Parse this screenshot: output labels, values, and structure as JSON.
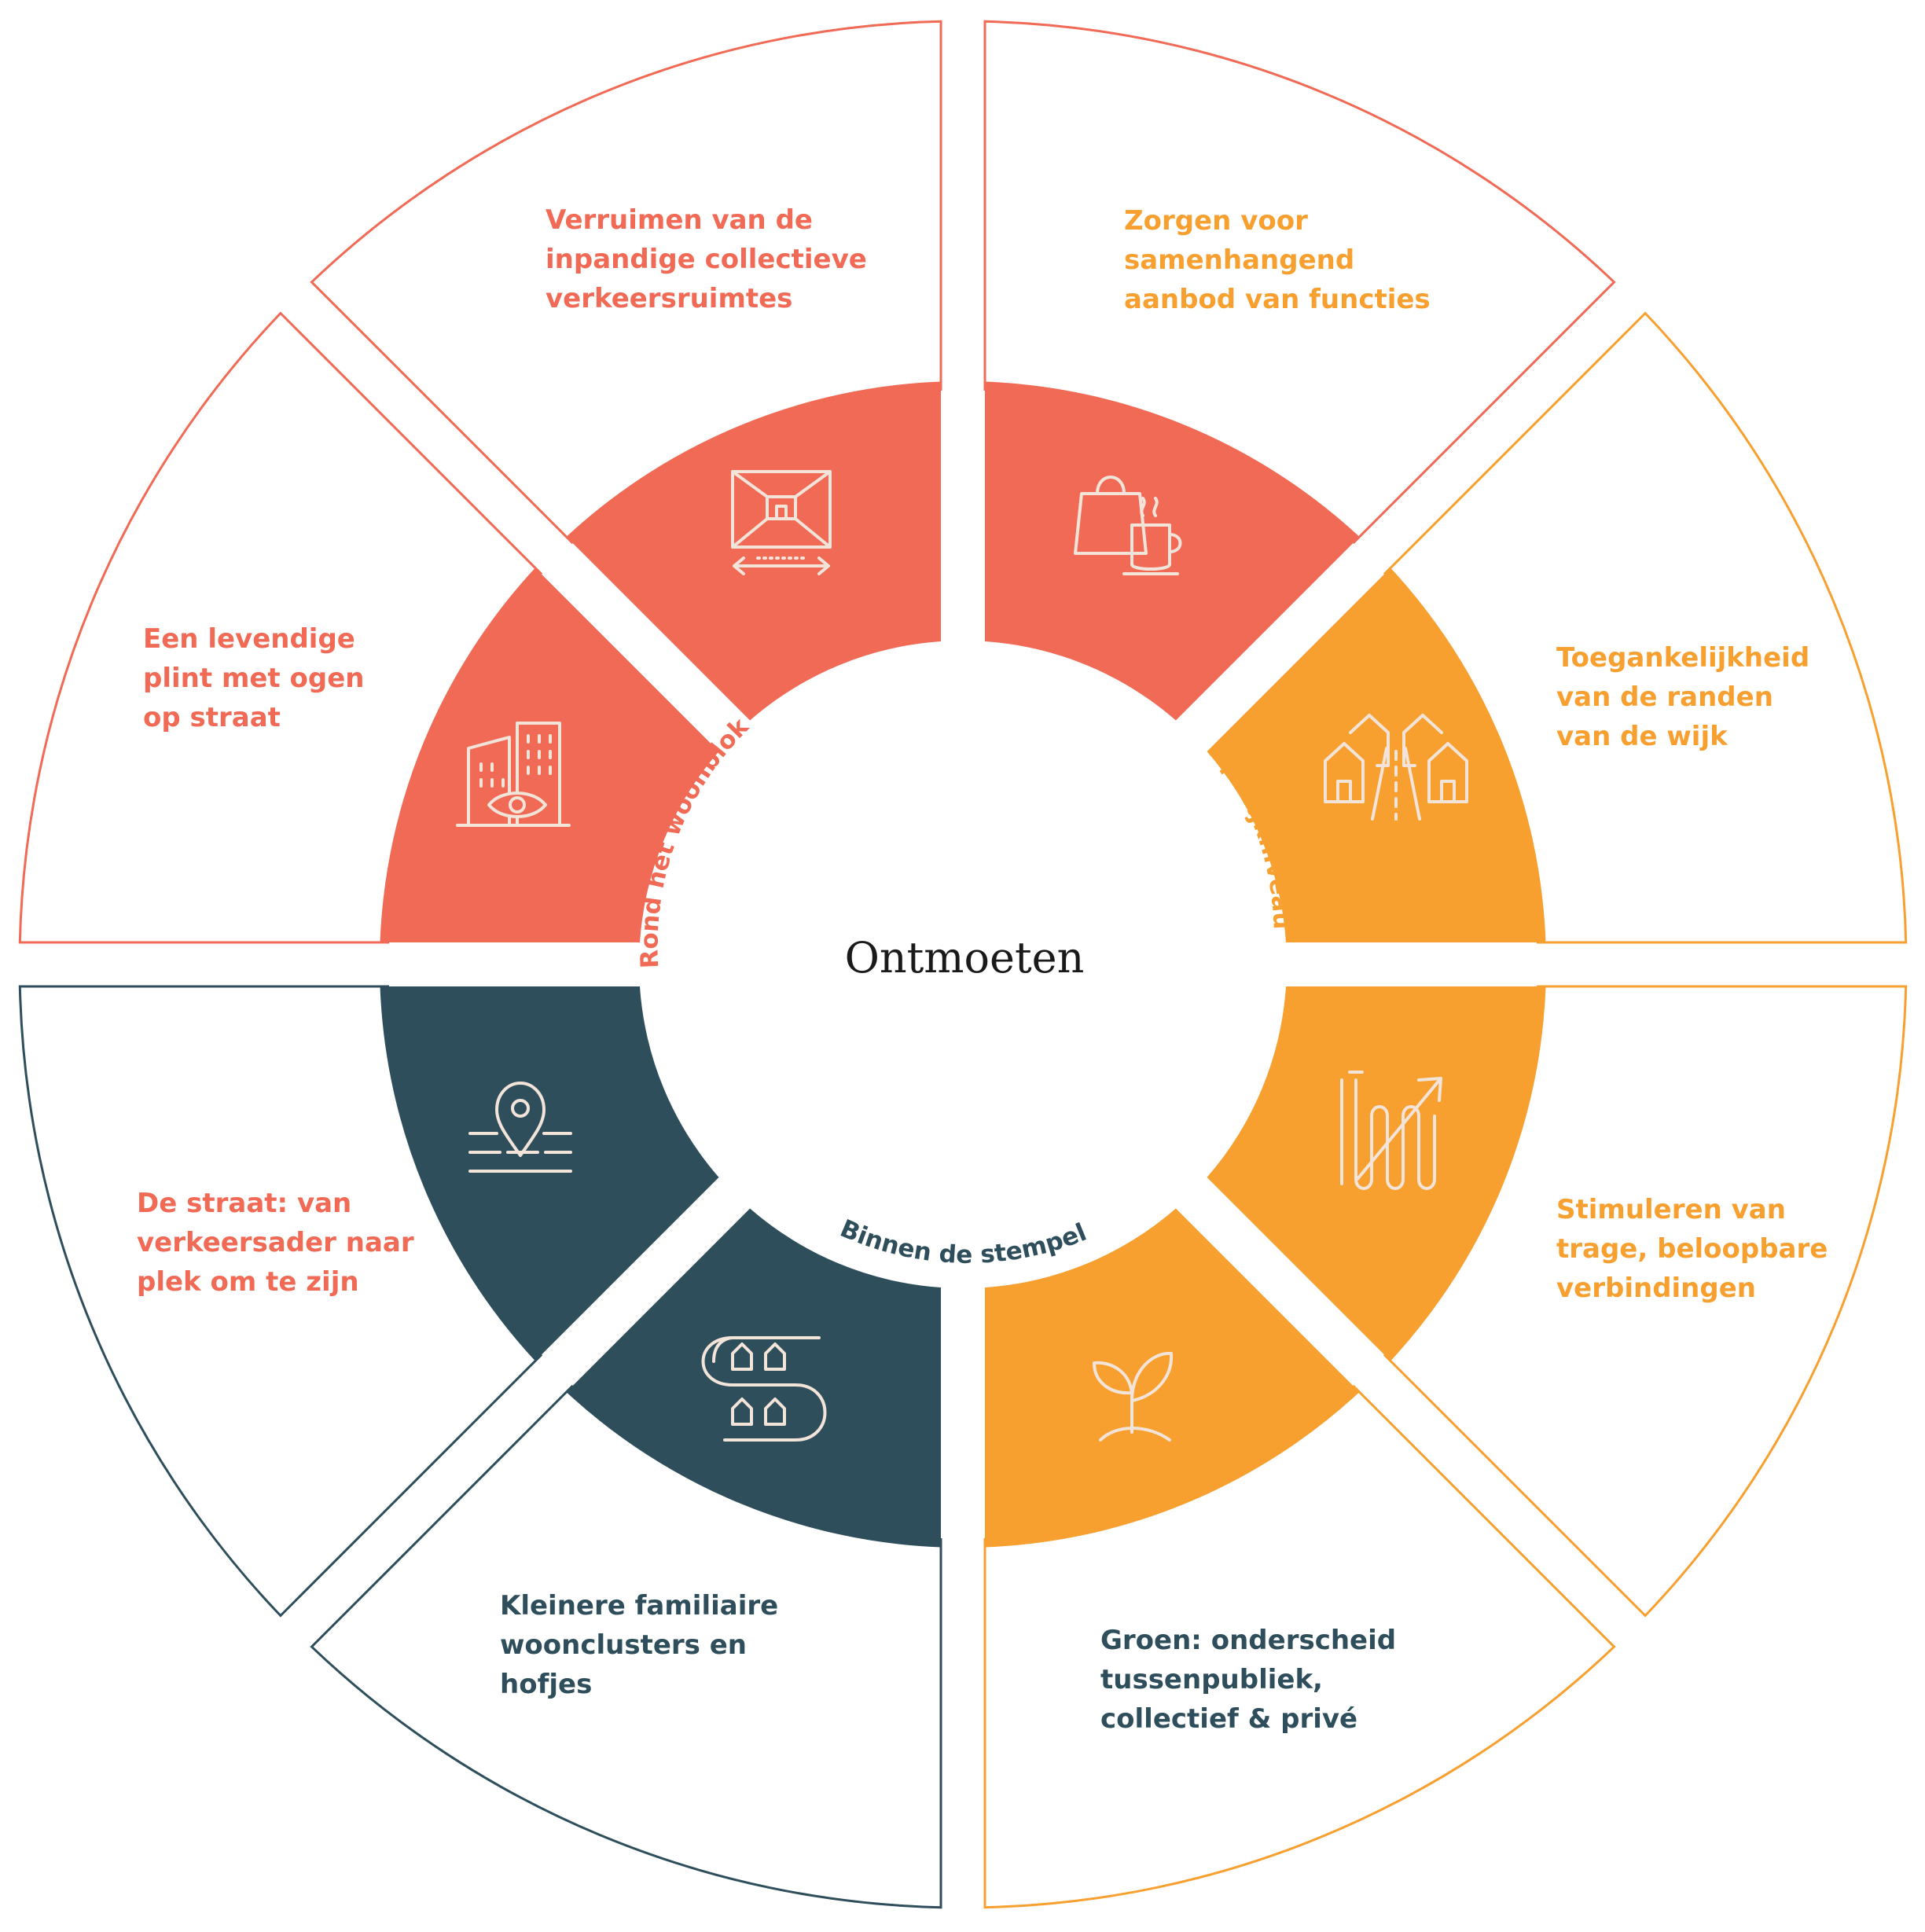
{
  "center": {
    "title": "Ontmoeten"
  },
  "colors": {
    "woonblok": "#F06A55",
    "wijk": "#F7A030",
    "stempel": "#2E4E5C",
    "icon": "#F3E4DA"
  },
  "groups": {
    "woonblok": "Rond het woonblok",
    "wijk": "Op wijkniveau",
    "stempel": "Binnen de stempel"
  },
  "segments": [
    {
      "label": "Verruimen van de\ninpandige collectieve\nverkeersruimtes",
      "group": "woonblok",
      "icon": "courtyard-expand-icon"
    },
    {
      "label": "Zorgen voor\nsamenhangend\naanbod van functies",
      "group": "wijk",
      "icon": "shopping-coffee-icon"
    },
    {
      "label": "Toegankelijkheid\nvan de randen\nvan de wijk",
      "group": "wijk",
      "icon": "houses-road-icon"
    },
    {
      "label": "Stimuleren van\ntrage, beloopbare\nverbindingen",
      "group": "wijk",
      "icon": "slow-paths-icon"
    },
    {
      "label": "Groen: onderscheid\ntussenpubliek,\ncollectief & privé",
      "group": "stempel",
      "icon": "sprout-icon"
    },
    {
      "label": "Kleinere familiaire\nwoonclusters en\nhofjes",
      "group": "stempel",
      "icon": "house-cluster-icon"
    },
    {
      "label": "De straat: van\nverkeersader naar\nplek om te zijn",
      "group": "woonblok",
      "icon": "street-pin-icon"
    },
    {
      "label": "Een levendige\nplint met ogen\nop straat",
      "group": "woonblok",
      "icon": "buildings-eye-icon"
    }
  ]
}
